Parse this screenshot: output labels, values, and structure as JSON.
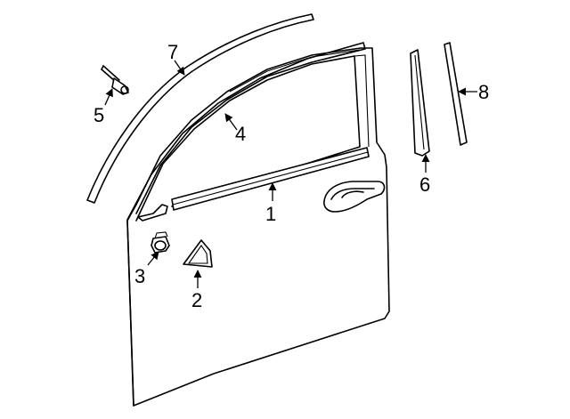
{
  "callouts": [
    {
      "key": "c1",
      "label": "1"
    },
    {
      "key": "c2",
      "label": "2"
    },
    {
      "key": "c3",
      "label": "3"
    },
    {
      "key": "c4",
      "label": "4"
    },
    {
      "key": "c5",
      "label": "5"
    },
    {
      "key": "c6",
      "label": "6"
    },
    {
      "key": "c7",
      "label": "7"
    },
    {
      "key": "c8",
      "label": "8"
    }
  ],
  "colors": {
    "line": "#000000",
    "background": "#ffffff"
  }
}
